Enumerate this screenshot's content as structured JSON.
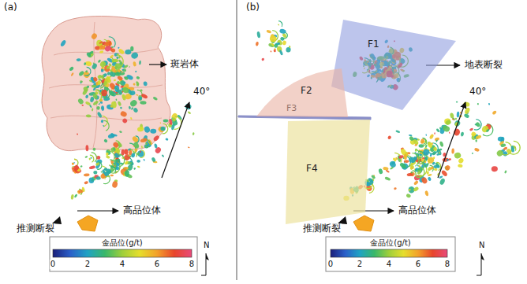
{
  "diagram": {
    "nodes": [
      {
        "text": [
          "F1"
        ]
      },
      {
        "text": [
          "F2"
        ]
      },
      {
        "text": [
          "F4"
        ]
      }
    ],
    "labels": [
      "(a)",
      "斑岩体",
      "40°",
      "高品位体",
      "推测断裂",
      "金品位(g/t)",
      "0",
      "2",
      "4",
      "6",
      "8",
      "N",
      "(b)",
      "地表断裂",
      "F3",
      "40°",
      "高品位体",
      "推测断裂",
      "金品位(g/t)",
      "0",
      "2",
      "4",
      "6",
      "8",
      "N"
    ]
  }
}
